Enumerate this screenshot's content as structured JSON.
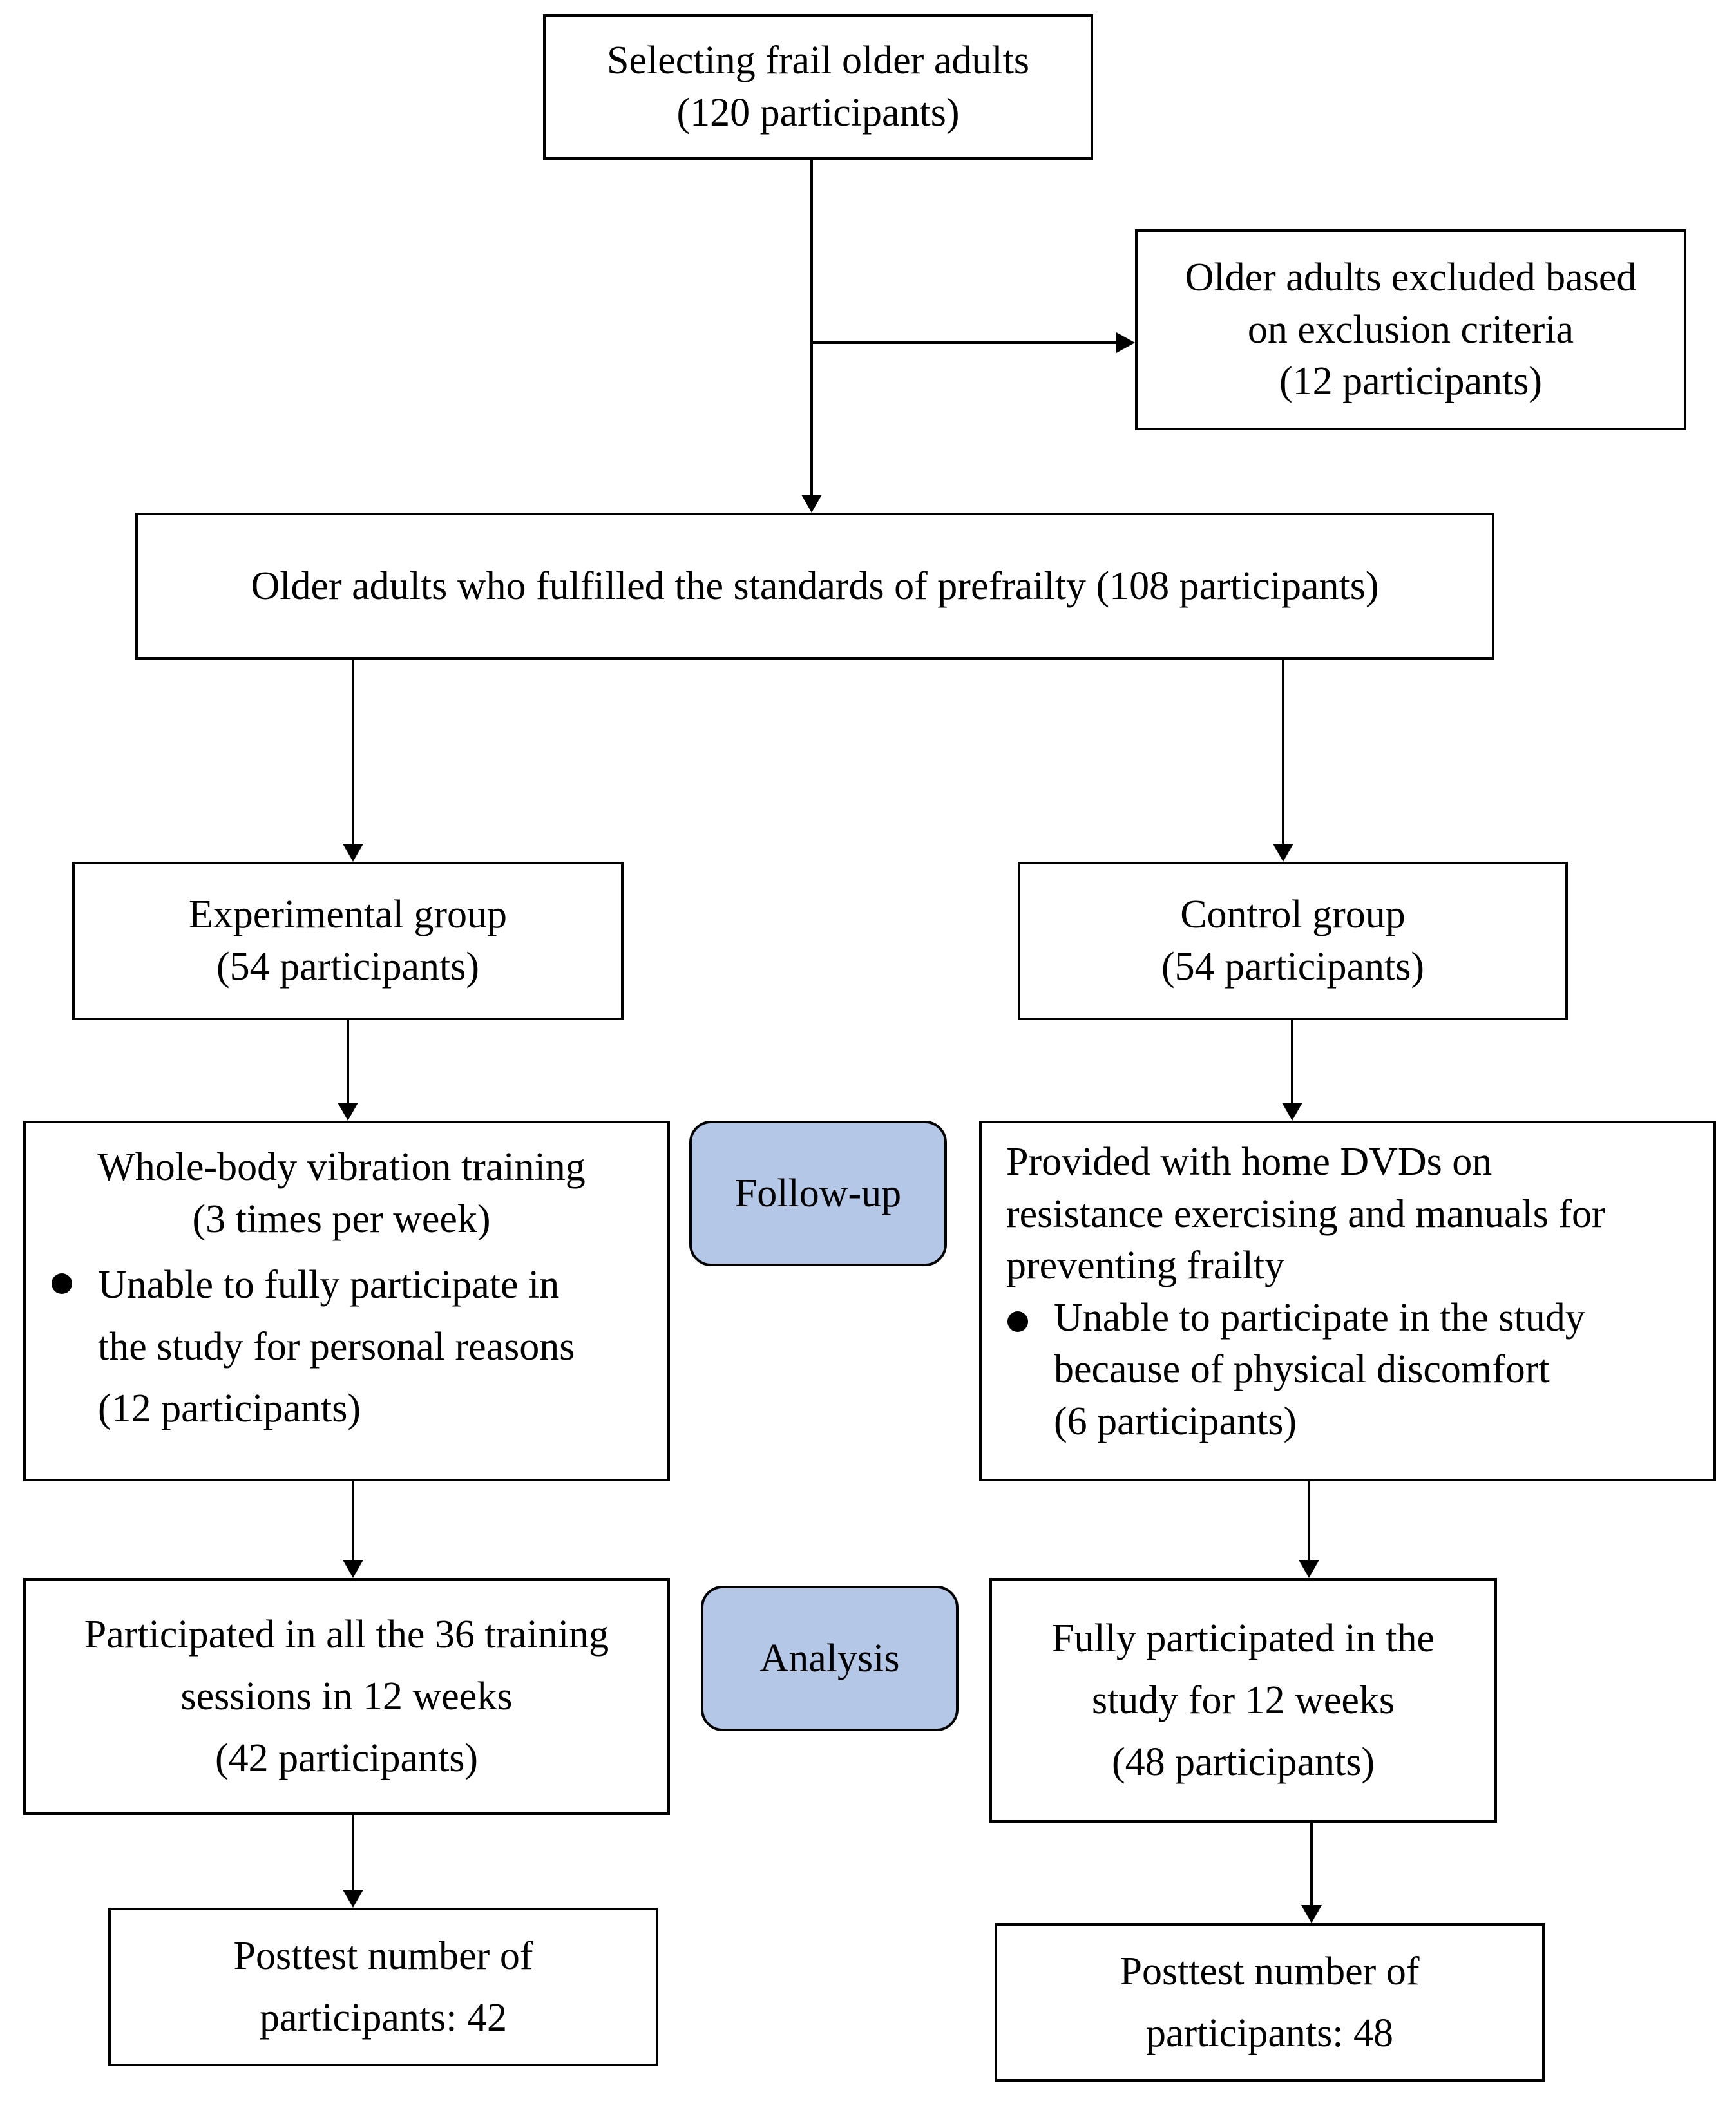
{
  "colors": {
    "label_fill": "#b4c7e7",
    "stroke": "#000000"
  },
  "nodes": {
    "selecting": {
      "line1": "Selecting frail older adults",
      "line2": "(120 participants)"
    },
    "excluded": {
      "line1": "Older adults excluded based",
      "line2": "on exclusion criteria",
      "line3": "(12 participants)"
    },
    "prefrailty": {
      "text": "Older adults who fulfilled the standards of prefrailty (108 participants)"
    },
    "experimental": {
      "line1": "Experimental group",
      "line2": "(54 participants)"
    },
    "control": {
      "line1": "Control group",
      "line2": "(54 participants)"
    },
    "wbv": {
      "line1": "Whole-body vibration training",
      "line2": "(3 times per week)",
      "bullet1": "Unable to fully participate in",
      "bullet2": "the study for personal reasons",
      "bullet3": "(12 participants)"
    },
    "dvd": {
      "line1": "Provided with home DVDs on",
      "line2": "resistance exercising and manuals for",
      "line3": "preventing frailty",
      "bullet1": "Unable to participate in the study",
      "bullet2": "because of physical discomfort",
      "bullet3": "(6 participants)"
    },
    "exp_analysis": {
      "line1": "Participated in all the 36 training",
      "line2": "sessions in 12 weeks",
      "line3": "(42 participants)"
    },
    "ctrl_analysis": {
      "line1": "Fully participated in the",
      "line2": "study for 12 weeks",
      "line3": "(48 participants)"
    },
    "exp_posttest": {
      "line1": "Posttest number of",
      "line2": "participants: 42"
    },
    "ctrl_posttest": {
      "line1": "Posttest number of",
      "line2": "participants: 48"
    }
  },
  "stage_labels": {
    "followup": "Follow-up",
    "analysis": "Analysis"
  }
}
